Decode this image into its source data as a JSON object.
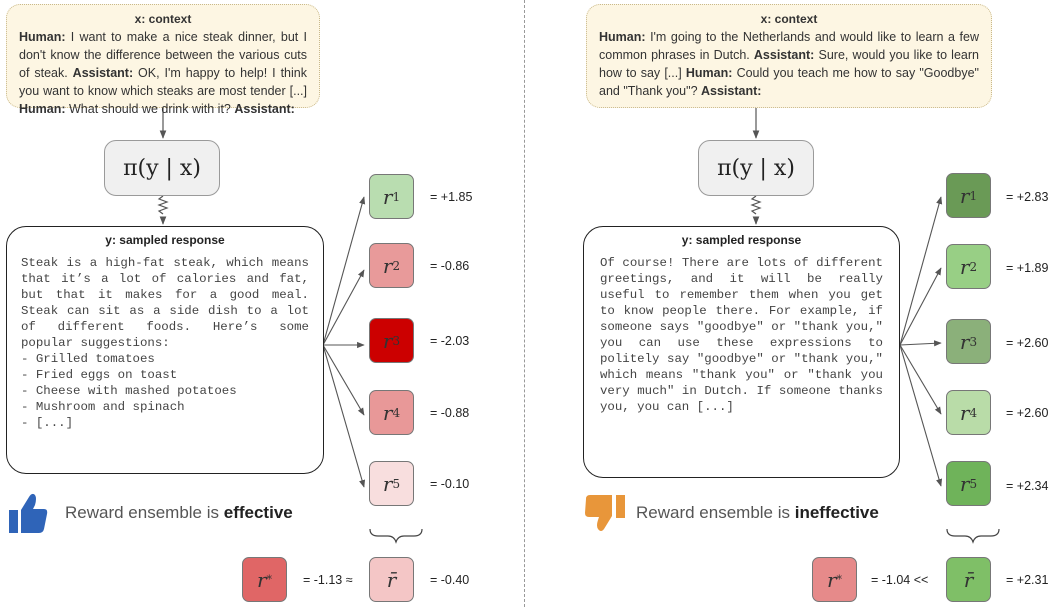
{
  "left": {
    "context": {
      "title": "x: context",
      "segments": [
        {
          "text": "Human:",
          "bold": true
        },
        {
          "text": " I want to make a nice steak dinner, but I don't know the difference between the various cuts of steak. ",
          "bold": false
        },
        {
          "text": "Assistant:",
          "bold": true
        },
        {
          "text": " OK, I'm happy to help! I think you want to know which steaks are most tender [...] ",
          "bold": false
        },
        {
          "text": "Human:",
          "bold": true
        },
        {
          "text": " What should we drink with it? ",
          "bold": false
        },
        {
          "text": "Assistant:",
          "bold": true
        }
      ]
    },
    "policy_label": "π(y | x)",
    "response": {
      "title": "y: sampled response",
      "paragraph": "Steak is a high-fat steak, which means that it’s a lot of calories and fat, but that it makes for a good meal. Steak can sit as a side dish to a lot of different foods. Here’s some popular suggestions:",
      "lines": [
        "- Grilled tomatoes",
        "- Fried eggs on toast",
        "- Cheese with mashed potatoes",
        "- Mushroom and spinach",
        "- [...]"
      ]
    },
    "rewards": [
      {
        "symbol": "r",
        "sub": "1",
        "value": "= +1.85",
        "color": "#b9ddb0"
      },
      {
        "symbol": "r",
        "sub": "2",
        "value": "= -0.86",
        "color": "#e89a9a"
      },
      {
        "symbol": "r",
        "sub": "3",
        "value": "= -2.03",
        "color": "#cc0000"
      },
      {
        "symbol": "r",
        "sub": "4",
        "value": "= -0.88",
        "color": "#e89898"
      },
      {
        "symbol": "r",
        "sub": "5",
        "value": "= -0.10",
        "color": "#f8dede"
      }
    ],
    "verdict": {
      "prefix": "Reward ensemble is ",
      "emph": "effective"
    },
    "true_reward": {
      "symbol": "r",
      "sup": "*",
      "value": "= -1.13 ≈",
      "color": "#e06666"
    },
    "mean_reward": {
      "symbol": "r̄",
      "value": "= -0.40",
      "color": "#f4c6c6"
    },
    "colors": {
      "thumb": "#2f64b8"
    }
  },
  "right": {
    "context": {
      "title": "x: context",
      "segments": [
        {
          "text": "Human:",
          "bold": true
        },
        {
          "text": " I'm going to the Netherlands and would like to learn a few common phrases in Dutch. ",
          "bold": false
        },
        {
          "text": "Assistant:",
          "bold": true
        },
        {
          "text": " Sure, would you like to learn how to say [...] ",
          "bold": false
        },
        {
          "text": "Human:",
          "bold": true
        },
        {
          "text": " Could you teach me how to say \"Goodbye\" and \"Thank you\"? ",
          "bold": false
        },
        {
          "text": "Assistant:",
          "bold": true
        }
      ]
    },
    "policy_label": "π(y | x)",
    "response": {
      "title": "y: sampled response",
      "paragraph": "Of course! There are lots of different greetings, and it will be really useful to remember them when you get to know people there. For example, if someone says \"goodbye\" or \"thank you,\" you can use these expressions to politely say \"goodbye\" or \"thank you,\" which means \"thank you\" or \"thank you very much\" in Dutch. If someone thanks you, you can [...]",
      "lines": []
    },
    "rewards": [
      {
        "symbol": "r",
        "sub": "1",
        "value": "= +2.83",
        "color": "#6a9a56"
      },
      {
        "symbol": "r",
        "sub": "2",
        "value": "= +1.89",
        "color": "#98cf85"
      },
      {
        "symbol": "r",
        "sub": "3",
        "value": "= +2.60",
        "color": "#8bb07a"
      },
      {
        "symbol": "r",
        "sub": "4",
        "value": "= +2.60",
        "color": "#b9dca8"
      },
      {
        "symbol": "r",
        "sub": "5",
        "value": "= +2.34",
        "color": "#6fb35a"
      }
    ],
    "verdict": {
      "prefix": "Reward ensemble is ",
      "emph": "ineffective"
    },
    "true_reward": {
      "symbol": "r",
      "sup": "*",
      "value": "= -1.04  <<",
      "color": "#e68a8a"
    },
    "mean_reward": {
      "symbol": "r̄",
      "value": "= +2.31",
      "color": "#7fbf67"
    },
    "colors": {
      "thumb": "#e8963a"
    }
  }
}
